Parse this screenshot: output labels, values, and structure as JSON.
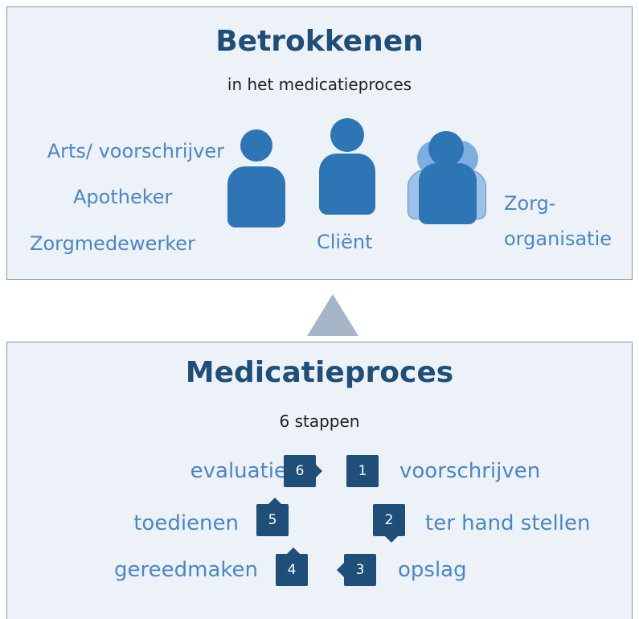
{
  "top": {
    "title": "Betrokkenen",
    "subtitle": "in het medicatieproces",
    "left_labels": [
      "Arts/ voorschrijver",
      "Apotheker",
      "Zorgmedewerker"
    ],
    "center_label": "Cliënt",
    "right_label_line1": "Zorg-",
    "right_label_line2": "organisatie",
    "icons": [
      "person-icon",
      "person-icon",
      "group-icon"
    ]
  },
  "bottom": {
    "title": "Medicatieproces",
    "subtitle": "6 stappen",
    "steps": [
      {
        "num": "1",
        "label": "voorschrijven"
      },
      {
        "num": "2",
        "label": "ter hand stellen"
      },
      {
        "num": "3",
        "label": "opslag"
      },
      {
        "num": "4",
        "label": "gereedmaken"
      },
      {
        "num": "5",
        "label": "toedienen"
      },
      {
        "num": "6",
        "label": "evaluatie"
      }
    ]
  },
  "colors": {
    "panel_bg": "#edf2f8",
    "title": "#1f4e79",
    "label_blue": "#4a86c8",
    "icon_blue": "#2e75b6",
    "step_box": "#1f4e79",
    "arrow": "#a6b4c8"
  }
}
